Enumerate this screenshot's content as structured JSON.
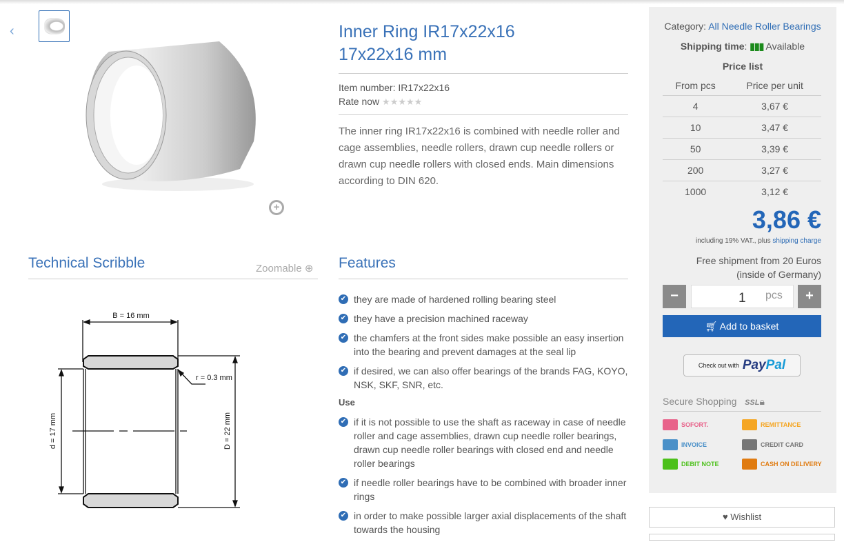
{
  "product": {
    "title_line1": "Inner Ring IR17x22x16",
    "title_line2": "17x22x16 mm",
    "item_number": "Item number: IR17x22x16",
    "rate_now": "Rate now",
    "stars": "★★★★★",
    "description": "The inner ring IR17x22x16 is combined with needle roller and cage assemblies, needle rollers, drawn cup needle rollers or drawn cup needle rollers with closed ends. Main dimensions according to DIN 620."
  },
  "scribble": {
    "title": "Technical Scribble",
    "zoomable": "Zoomable",
    "b_label": "B = 16 mm",
    "r_label": "r = 0.3 mm",
    "d_label": "d = 17 mm",
    "D_label": "D = 22 mm"
  },
  "features": {
    "title": "Features",
    "items": [
      "they are made of hardened rolling bearing steel",
      "they have a precision machined raceway",
      "the chamfers at the front sides make possible an easy insertion into the bearing and prevent damages at the seal lip",
      "if desired, we can also offer bearings of the brands FAG, KOYO, NSK, SKF, SNR, etc."
    ],
    "use_label": "Use",
    "use_items": [
      "if it is not possible to use the shaft as raceway in case of needle roller and cage assemblies, drawn cup needle roller bearings, drawn cup needle roller bearings with closed end and needle roller bearings",
      "if needle roller bearings have to be combined with broader inner rings",
      "in order to make possible larger axial displacements of the shaft towards the housing"
    ]
  },
  "sidebar": {
    "category_label": "Category:",
    "category_link": "All Needle Roller Bearings",
    "shipping_label": "Shipping time",
    "shipping_status": "Available",
    "price_list_title": "Price list",
    "col_from": "From pcs",
    "col_price": "Price per unit",
    "prices": [
      [
        "4",
        "3,67 €"
      ],
      [
        "10",
        "3,47 €"
      ],
      [
        "50",
        "3,39 €"
      ],
      [
        "200",
        "3,27 €"
      ],
      [
        "1000",
        "3,12 €"
      ]
    ],
    "price": "3,86 €",
    "vat_text": "including 19% VAT., plus",
    "shipping_link": "shipping charge",
    "free_ship1": "Free shipment from 20 Euros",
    "free_ship2": "(inside of Germany)",
    "minus": "−",
    "plus": "+",
    "qty": "1",
    "unit": "pcs",
    "add_basket": "Add to basket",
    "paypal_prefix": "Check out with",
    "paypal_pay": "Pay",
    "paypal_pal": "Pal",
    "secure": "Secure Shopping",
    "ssl": "SSL",
    "payments": [
      "SOFORT.",
      "REMITTANCE",
      "INVOICE",
      "CREDIT CARD",
      "DEBIT NOTE",
      "CASH ON DELIVERY"
    ],
    "wishlist": "Wishlist"
  },
  "colors": {
    "accent": "#2f6db5",
    "green": "#1b8a1b"
  }
}
